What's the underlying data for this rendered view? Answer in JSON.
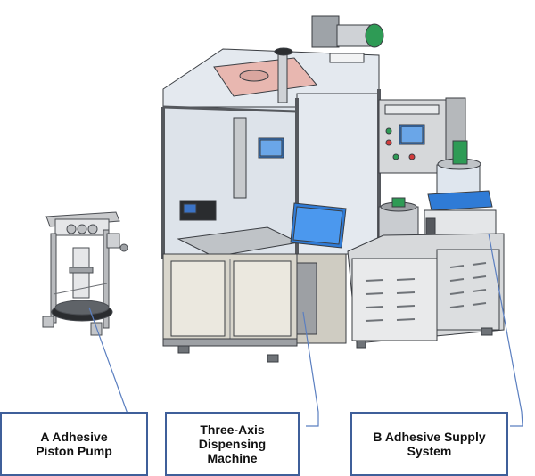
{
  "callouts": {
    "piston_pump": "A Adhesive\nPiston Pump",
    "dispensing_machine": "Three-Axis\nDispensing\nMachine",
    "supply_system": "B Adhesive Supply\nSystem"
  },
  "colors": {
    "leader_line": "#5b7fc0",
    "box_border": "#3f5f9a",
    "frame": "#6f7378",
    "panel": "#d9d6cc",
    "glass": "#dfe6ee",
    "pink_plate": "#e8b7b0",
    "screen": "#2f7bd6",
    "green": "#2e9b55",
    "base_gray": "#9da0a4"
  }
}
